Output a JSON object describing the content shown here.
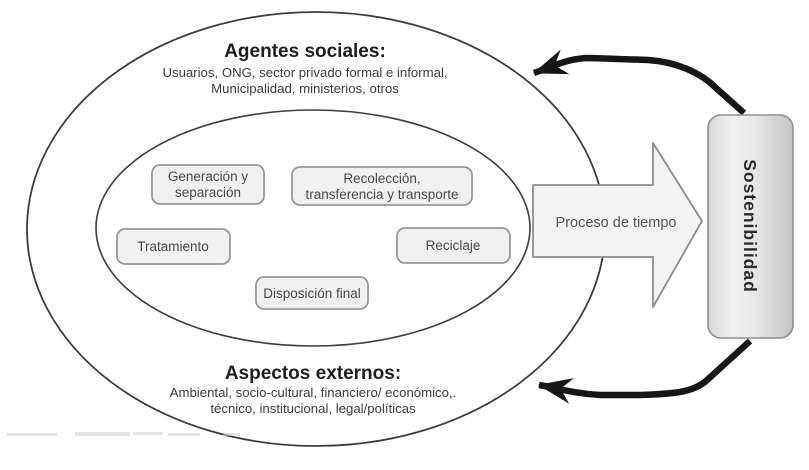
{
  "colors": {
    "ellipse_stroke": "#3c3c3c",
    "stage_box_fill": "#f0f0f0",
    "stage_box_border": "#979797",
    "time_arrow_fill": "#f2f2f2",
    "time_arrow_border": "#8c8c8c",
    "feedback_arrow": "#161616",
    "sustainability_fill_light": "#f0f0f0",
    "sustainability_fill_dark": "#c4c4c4",
    "heading_text": "#1e1e1e",
    "body_text": "#3d3d3d"
  },
  "agentes": {
    "title": "Agentes sociales:",
    "line1": "Usuarios, ONG, sector privado formal e informal,",
    "line2": "Municipalidad, ministerios, otros"
  },
  "aspectos": {
    "title": "Aspectos externos:",
    "line1": "Ambiental, socio-cultural, financiero/ económico,.",
    "line2": "técnico, institucional, legal/políticas"
  },
  "stages": {
    "generacion": {
      "line1": "Generación y",
      "line2": "separación"
    },
    "recoleccion": {
      "line1": "Recolección,",
      "line2": "transferencia y transporte"
    },
    "tratamiento": {
      "label": "Tratamiento"
    },
    "reciclaje": {
      "label": "Reciclaje"
    },
    "disposicion": {
      "label": "Disposición final"
    }
  },
  "time_arrow": {
    "label": "Proceso de tiempo"
  },
  "sustainability": {
    "label": "Sostenibilidad"
  }
}
